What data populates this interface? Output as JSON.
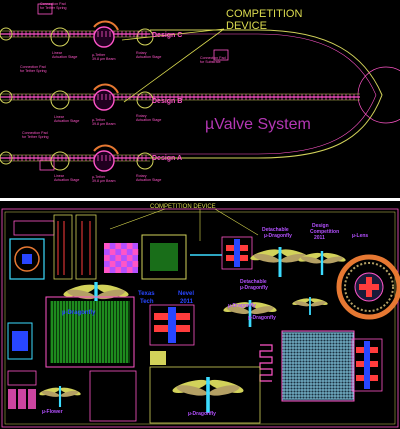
{
  "top_panel": {
    "callout": [
      "COMPETITION",
      "DEVICE"
    ],
    "title": "µValve System",
    "designs": [
      "Design C",
      "Design B",
      "Design A"
    ],
    "tiny_labels": {
      "connection_pad_left": [
        "Connection Pad",
        "for Tether Spring"
      ],
      "connection_pad_right": [
        "Connection Pad",
        "for Substrate"
      ],
      "tether": [
        "µ-Tether",
        "39.8 µm Beam"
      ],
      "stage_left": [
        "Linear",
        "Actuation Stage"
      ],
      "stage_mid": [
        "Rotary",
        "Actuation Stage"
      ],
      "stage_right": [
        "Rotary",
        "Actuation Stage"
      ]
    }
  },
  "bottom_panel": {
    "callout": "COMPETITION DEVICE",
    "labels": {
      "mu_dragonfly_top": "µ-Dragonfly",
      "detachable_top": [
        "Detachable",
        "µ-Dragonfly"
      ],
      "design_competition": [
        "Design",
        "Competition",
        "2011"
      ],
      "mu_lens": "µ-Lens",
      "texas": "Texas",
      "tech": "Tech",
      "nevel": "Nevel",
      "year": "2011",
      "detachable_mid": [
        "Detachable",
        "µ-Dragonfly"
      ],
      "mu_dragonfly_mid": "µ-Dragonfly",
      "mu_dragonfly_low": "µ-Dragonfly",
      "mu_dragonfly_bottom": "µ-Dragonfly",
      "small_left": "µ-Flower"
    }
  },
  "colors": {
    "background": "#000000",
    "pink": "#ff55c8",
    "yellow": "#d2d25a",
    "orange": "#e67832",
    "red": "#ff3c3c",
    "green": "#32dc32",
    "cyan": "#3cdcff",
    "blue": "#2846ff",
    "purple": "#b450ff",
    "tan": "#b4a064",
    "valve_title": "#b437b4",
    "callout": "#dcdc50"
  }
}
